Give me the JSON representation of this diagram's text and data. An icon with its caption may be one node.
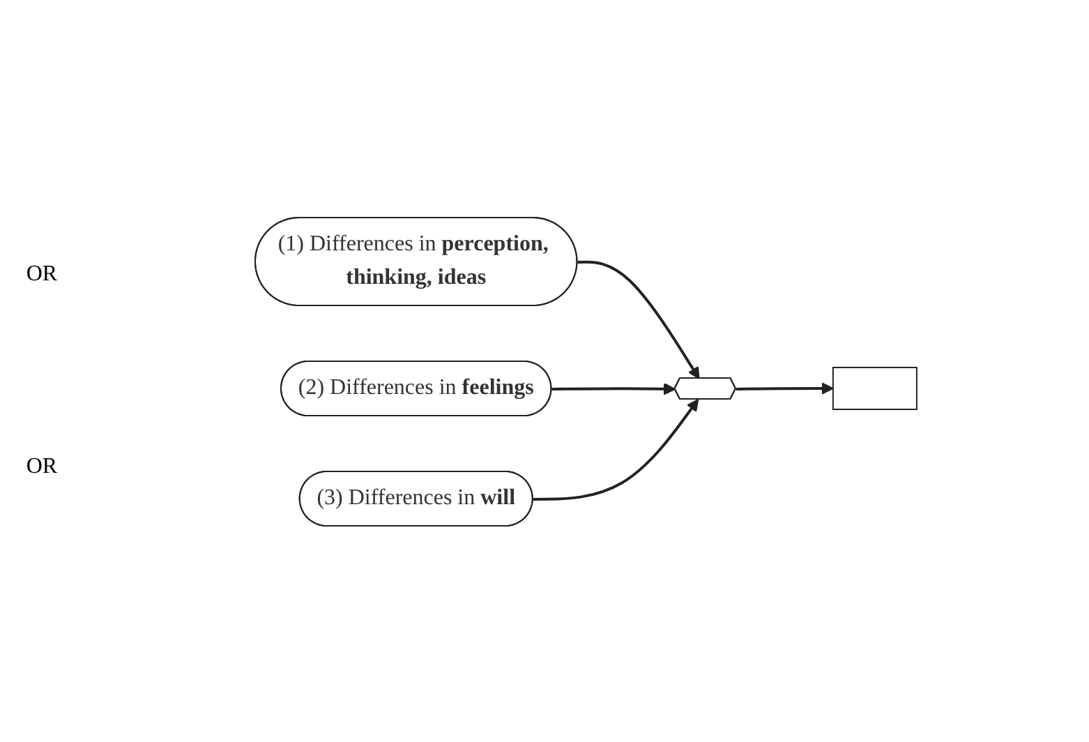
{
  "diagram": {
    "nodes": [
      {
        "text": [
          "(1) Differences in **perception, thinking, ideas**"
        ]
      },
      {
        "text": [
          "(2) Differences in **feelings**"
        ]
      },
      {
        "text": [
          "(3) Differences in **will**"
        ]
      },
      {
        "text": [],
        "shape": "octagon"
      },
      {
        "text": [],
        "shape": "box"
      }
    ],
    "edges": [
      {
        "from": 0,
        "to": 3,
        "arrow": "to"
      },
      {
        "from": 1,
        "to": 3,
        "arrow": "to"
      },
      {
        "from": 2,
        "to": 3,
        "arrow": "to"
      },
      {
        "from": 3,
        "to": 4,
        "arrow": "to"
      }
    ],
    "labels": [
      "OR",
      "OR"
    ]
  }
}
